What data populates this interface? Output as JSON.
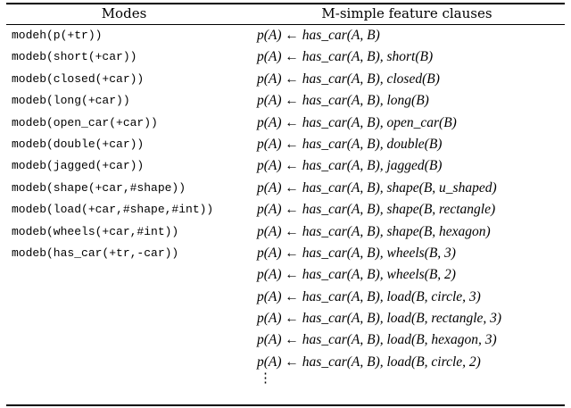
{
  "table": {
    "headers": {
      "modes": "Modes",
      "clauses": "M-simple feature clauses"
    },
    "modes": [
      "modeh(p(+tr))",
      "modeb(short(+car))",
      "modeb(closed(+car))",
      "modeb(long(+car))",
      "modeb(open_car(+car))",
      "modeb(double(+car))",
      "modeb(jagged(+car))",
      "modeb(shape(+car,#shape))",
      "modeb(load(+car,#shape,#int))",
      "modeb(wheels(+car,#int))",
      "modeb(has_car(+tr,-car))"
    ],
    "clauses": [
      "p(A) ← has_car(A, B)",
      "p(A) ← has_car(A, B), short(B)",
      "p(A) ← has_car(A, B), closed(B)",
      "p(A) ← has_car(A, B), long(B)",
      "p(A) ← has_car(A, B), open_car(B)",
      "p(A) ← has_car(A, B), double(B)",
      "p(A) ← has_car(A, B), jagged(B)",
      "p(A) ← has_car(A, B), shape(B, u_shaped)",
      "p(A) ← has_car(A, B), shape(B, rectangle)",
      "p(A) ← has_car(A, B), shape(B, hexagon)",
      "p(A) ← has_car(A, B), wheels(B, 3)",
      "p(A) ← has_car(A, B), wheels(B, 2)",
      "p(A) ← has_car(A, B), load(B, circle, 3)",
      "p(A) ← has_car(A, B), load(B, rectangle, 3)",
      "p(A) ← has_car(A, B), load(B, hexagon, 3)",
      "p(A) ← has_car(A, B), load(B, circle, 2)"
    ],
    "continuation": "⋮"
  }
}
